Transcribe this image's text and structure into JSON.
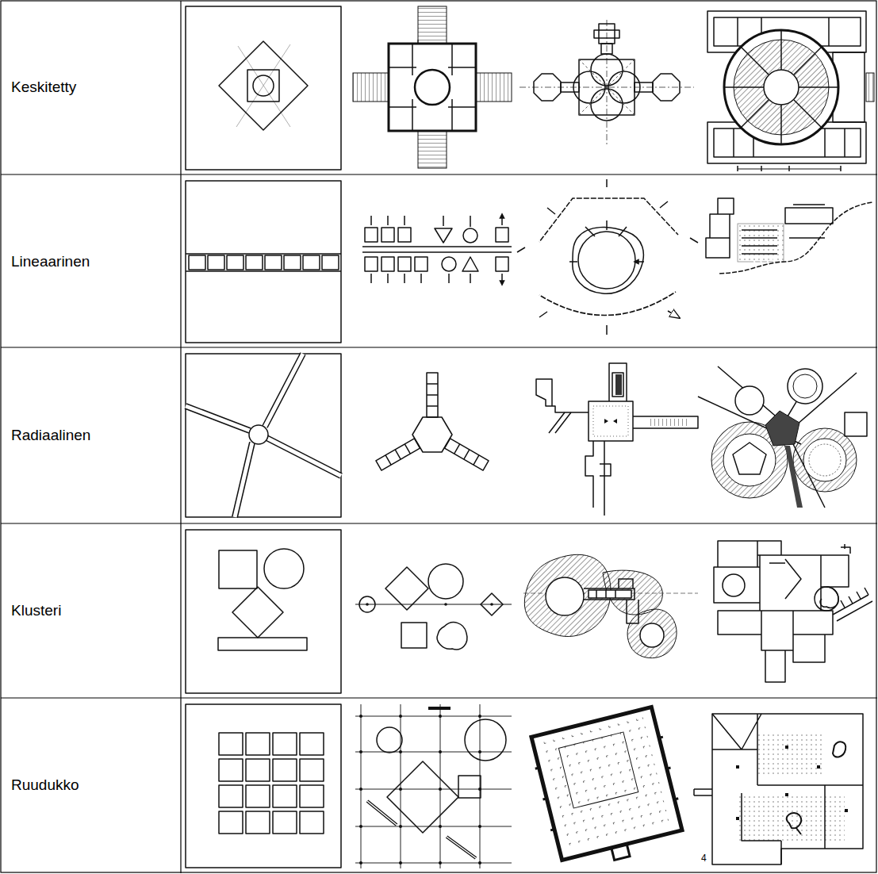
{
  "diagram": {
    "labels": [
      "Keskitetty",
      "Lineaarinen",
      "Radiaalinen",
      "Klusteri",
      "Ruudukko",
      "4"
    ]
  }
}
